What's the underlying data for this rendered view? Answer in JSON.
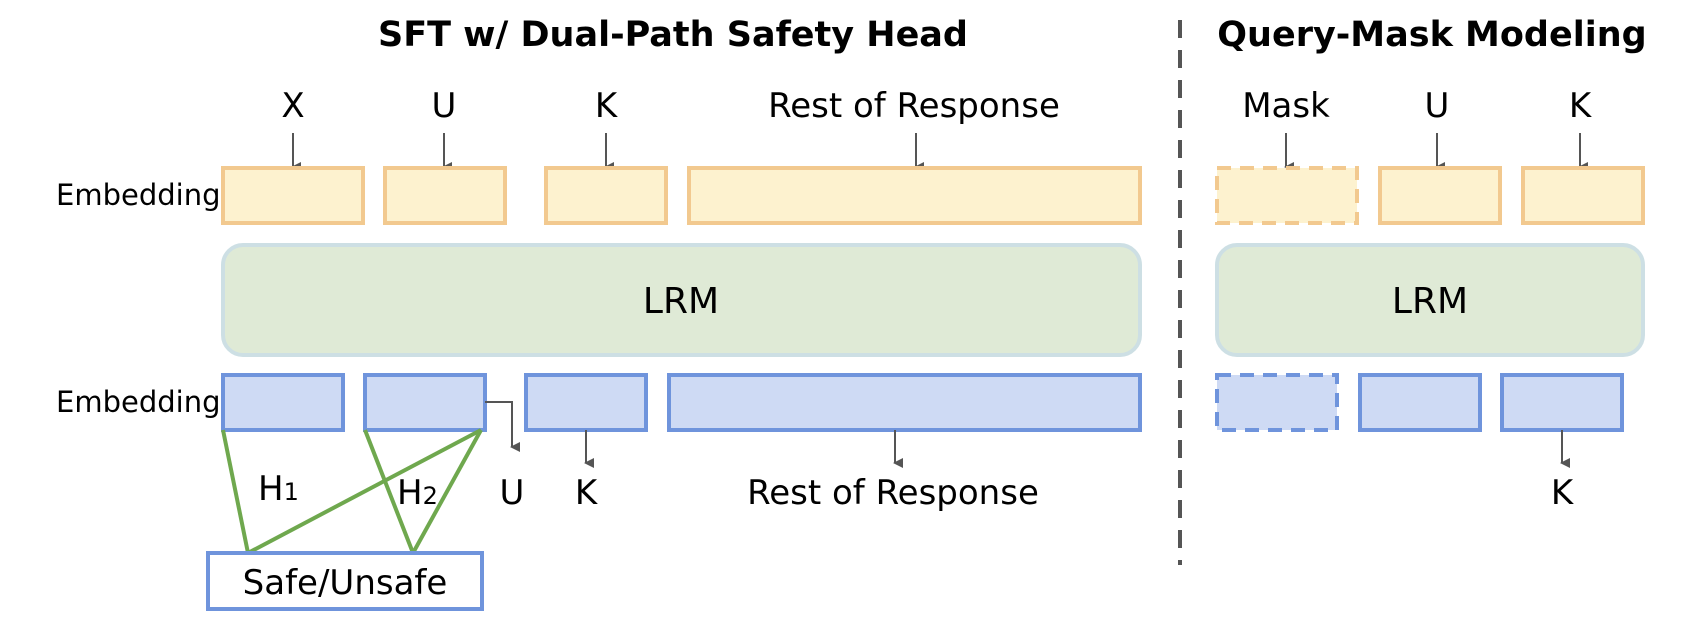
{
  "left_panel": {
    "title": "SFT w/ Dual-Path Safety Head",
    "input_labels": {
      "x": "X",
      "u": "U",
      "k": "K",
      "rest": "Rest of Response"
    },
    "side_label_top": "Embedding",
    "side_label_bottom": "Embedding",
    "model_label": "LRM",
    "head_labels": {
      "h1_main": "H",
      "h1_sub": "1",
      "h2_main": "H",
      "h2_sub": "2"
    },
    "output_labels": {
      "u": "U",
      "k": "K",
      "rest": "Rest of Response"
    },
    "classifier_label": "Safe/Unsafe"
  },
  "right_panel": {
    "title": "Query-Mask Modeling",
    "input_labels": {
      "mask": "Mask",
      "u": "U",
      "k": "K"
    },
    "model_label": "LRM",
    "output_labels": {
      "k": "K"
    }
  },
  "colors": {
    "input_embedding_fill": "#fdf2cf",
    "input_embedding_stroke": "#f2c98f",
    "output_embedding_fill": "#cedaf4",
    "output_embedding_stroke": "#6f94dc",
    "lrm_fill": "#dfead6",
    "head_line": "#6fa84e"
  }
}
